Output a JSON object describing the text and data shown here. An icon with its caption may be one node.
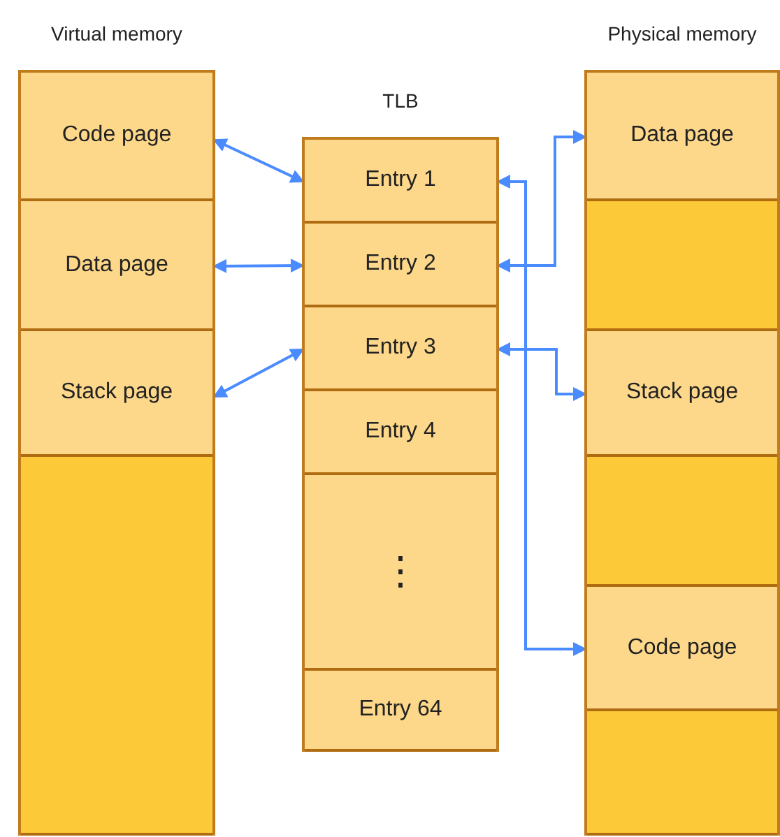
{
  "diagram": {
    "nodes": [
      {
        "text": [
          "Virtual memory"
        ]
      },
      {
        "text": [
          "Code page"
        ],
        "in": 0
      },
      {
        "text": [
          "Data page"
        ],
        "in": 0
      },
      {
        "text": [
          "Stack page"
        ],
        "in": 0
      },
      {
        "text": [],
        "shape": "box",
        "in": 0
      },
      {
        "text": [
          "TLB"
        ]
      },
      {
        "text": [
          "Entry 1"
        ],
        "in": 5
      },
      {
        "text": [
          "Entry 2"
        ],
        "in": 5
      },
      {
        "text": [
          "Entry 3"
        ],
        "in": 5
      },
      {
        "text": [
          "Entry 4"
        ],
        "in": 5
      },
      {
        "text": [
          "⋮"
        ],
        "in": 5
      },
      {
        "text": [
          "Entry 64"
        ],
        "in": 5
      },
      {
        "text": [
          "Physical memory"
        ]
      },
      {
        "text": [
          "Data page"
        ],
        "in": 12
      },
      {
        "text": [],
        "shape": "box",
        "in": 12
      },
      {
        "text": [
          "Stack page"
        ],
        "in": 12
      },
      {
        "text": [],
        "shape": "box",
        "in": 12
      },
      {
        "text": [
          "Code page"
        ],
        "in": 12
      },
      {
        "text": [],
        "shape": "box",
        "in": 12
      }
    ],
    "edges": [
      {
        "from": 1,
        "to": 6,
        "arrow": "both"
      },
      {
        "from": 2,
        "to": 7,
        "arrow": "both"
      },
      {
        "from": 3,
        "to": 8,
        "arrow": "both"
      },
      {
        "from": 6,
        "to": 17,
        "arrow": "both"
      },
      {
        "from": 7,
        "to": 13,
        "arrow": "both"
      },
      {
        "from": 8,
        "to": 15,
        "arrow": "both"
      }
    ]
  }
}
